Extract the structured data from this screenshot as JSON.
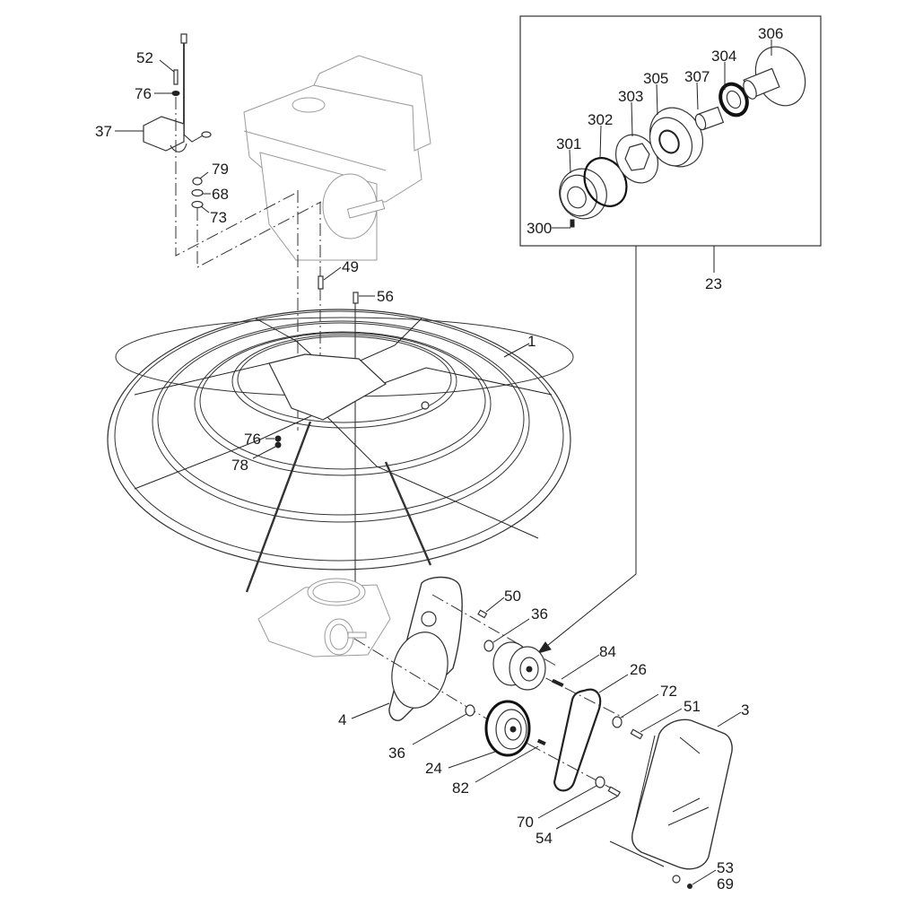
{
  "diagram": {
    "type": "exploded-parts-diagram",
    "subject": "Power trowel assembly (engine, guard ring, gearbox, clutch drive)",
    "callouts": [
      {
        "id": "c52",
        "label": "52",
        "part": "bolt"
      },
      {
        "id": "c76a",
        "label": "76",
        "part": "washer"
      },
      {
        "id": "c37",
        "label": "37",
        "part": "kill-switch box"
      },
      {
        "id": "c79",
        "label": "79",
        "part": "nut"
      },
      {
        "id": "c68",
        "label": "68",
        "part": "washer"
      },
      {
        "id": "c73",
        "label": "73",
        "part": "washer"
      },
      {
        "id": "c49",
        "label": "49",
        "part": "pin"
      },
      {
        "id": "c56",
        "label": "56",
        "part": "bolt"
      },
      {
        "id": "c1",
        "label": "1",
        "part": "guard ring"
      },
      {
        "id": "c76b",
        "label": "76",
        "part": "washer"
      },
      {
        "id": "c78",
        "label": "78",
        "part": "nut"
      },
      {
        "id": "c50",
        "label": "50",
        "part": "bolt"
      },
      {
        "id": "c36a",
        "label": "36",
        "part": "spacer"
      },
      {
        "id": "c84",
        "label": "84",
        "part": "key"
      },
      {
        "id": "c26",
        "label": "26",
        "part": "v-belt"
      },
      {
        "id": "c72",
        "label": "72",
        "part": "washer"
      },
      {
        "id": "c51",
        "label": "51",
        "part": "bolt"
      },
      {
        "id": "c3",
        "label": "3",
        "part": "belt guard"
      },
      {
        "id": "c4",
        "label": "4",
        "part": "mounting plate"
      },
      {
        "id": "c36b",
        "label": "36",
        "part": "spacer"
      },
      {
        "id": "c24",
        "label": "24",
        "part": "pulley"
      },
      {
        "id": "c82",
        "label": "82",
        "part": "key"
      },
      {
        "id": "c70",
        "label": "70",
        "part": "washer"
      },
      {
        "id": "c54",
        "label": "54",
        "part": "bolt"
      },
      {
        "id": "c53",
        "label": "53",
        "part": "washer"
      },
      {
        "id": "c69",
        "label": "69",
        "part": "screw"
      }
    ],
    "clutch_inset": {
      "assembly_label": "23",
      "callouts": [
        {
          "id": "c300",
          "label": "300",
          "part": "set screw"
        },
        {
          "id": "c301",
          "label": "301",
          "part": "hub"
        },
        {
          "id": "c302",
          "label": "302",
          "part": "snap ring"
        },
        {
          "id": "c303",
          "label": "303",
          "part": "clutch shoe"
        },
        {
          "id": "c305",
          "label": "305",
          "part": "clutch drum"
        },
        {
          "id": "c307",
          "label": "307",
          "part": "bushing"
        },
        {
          "id": "c304",
          "label": "304",
          "part": "bearing"
        },
        {
          "id": "c306",
          "label": "306",
          "part": "pulley hub"
        }
      ]
    }
  }
}
